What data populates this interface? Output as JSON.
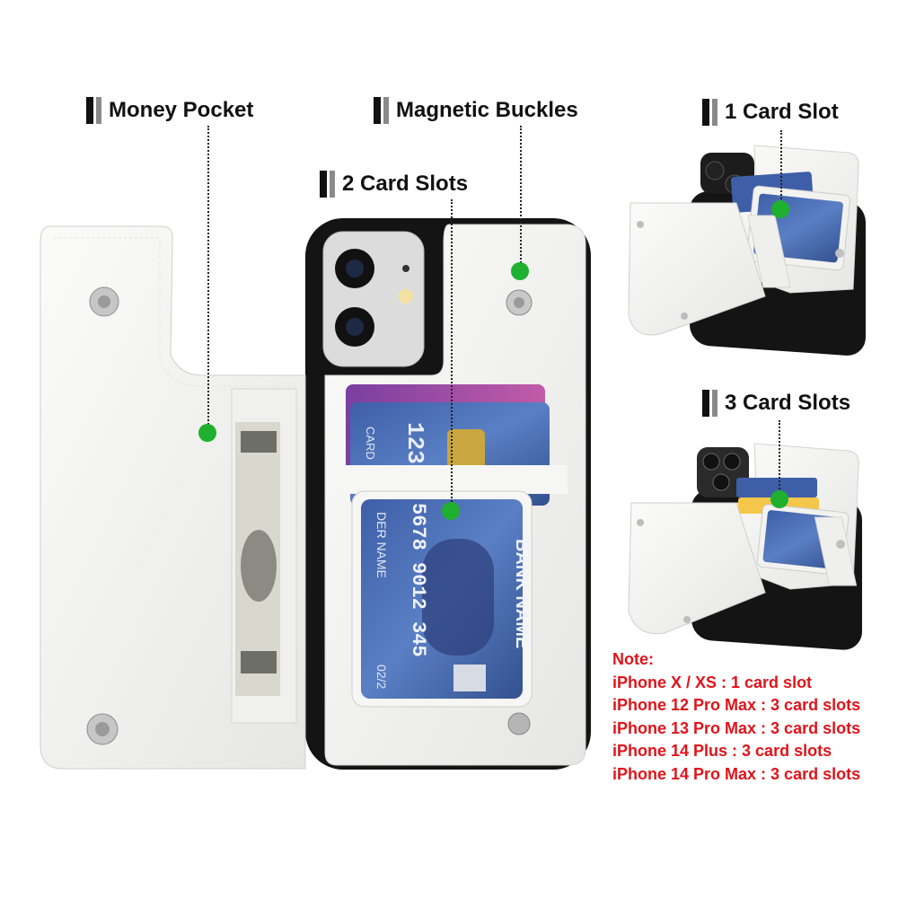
{
  "labels": {
    "money_pocket": "Money Pocket",
    "magnetic_buckles": "Magnetic Buckles",
    "two_card_slots": "2 Card Slots",
    "one_card_slot": "1 Card Slot",
    "three_card_slots": "3 Card Slots"
  },
  "card_text": {
    "card_number_back": "123",
    "card_label_back": "CARD",
    "bank_name": "BANK NAME",
    "card_number_front": "5678 9012 345",
    "holder_name": "DER NAME",
    "expiry": "02/2"
  },
  "note": {
    "title": "Note:",
    "lines": [
      "iPhone X / XS : 1 card slot",
      "iPhone 12 Pro Max : 3 card slots",
      "iPhone 13 Pro Max : 3 card slots",
      "iPhone 14 Plus : 3 card slots",
      "iPhone 14 Pro Max : 3 card slots"
    ]
  },
  "colors": {
    "note": "#e0141a",
    "marker": "#1fb02f",
    "leather": "#f4f4f2",
    "phone_body": "#141414"
  }
}
